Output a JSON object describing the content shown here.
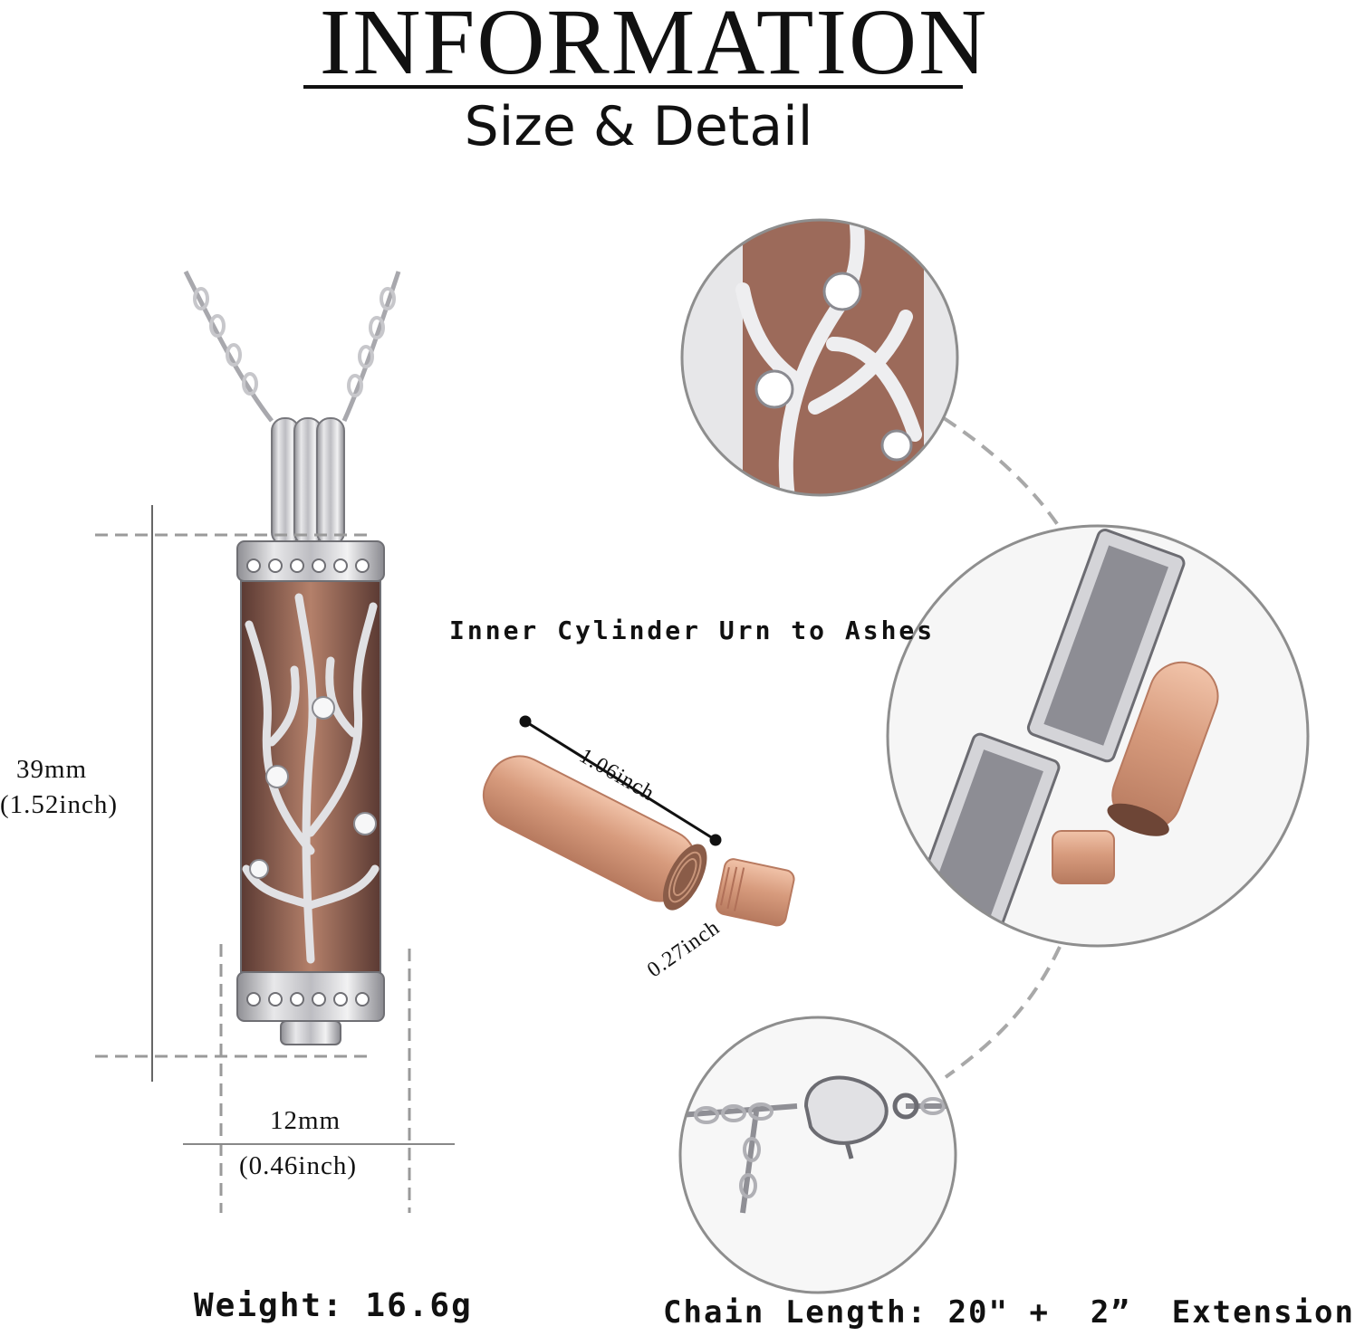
{
  "header": {
    "title": "INFORMATION",
    "subtitle": "Size & Detail"
  },
  "pendant": {
    "height_mm": "39mm",
    "height_inch": "(1.52inch)",
    "width_mm": "12mm",
    "width_inch": "(0.46inch)"
  },
  "cylinder": {
    "label": "Inner Cylinder Urn to Ashes",
    "length": "1.06inch",
    "diameter": "0.27inch"
  },
  "footer": {
    "weight": "Weight: 16.6g",
    "chain": "Chain Length: 20\" +  2”  Extension"
  },
  "colors": {
    "silver": "#c9c9cc",
    "rose_gold": "#d9a083",
    "bronze_inner": "#8a5a4c",
    "dash": "#999999"
  }
}
